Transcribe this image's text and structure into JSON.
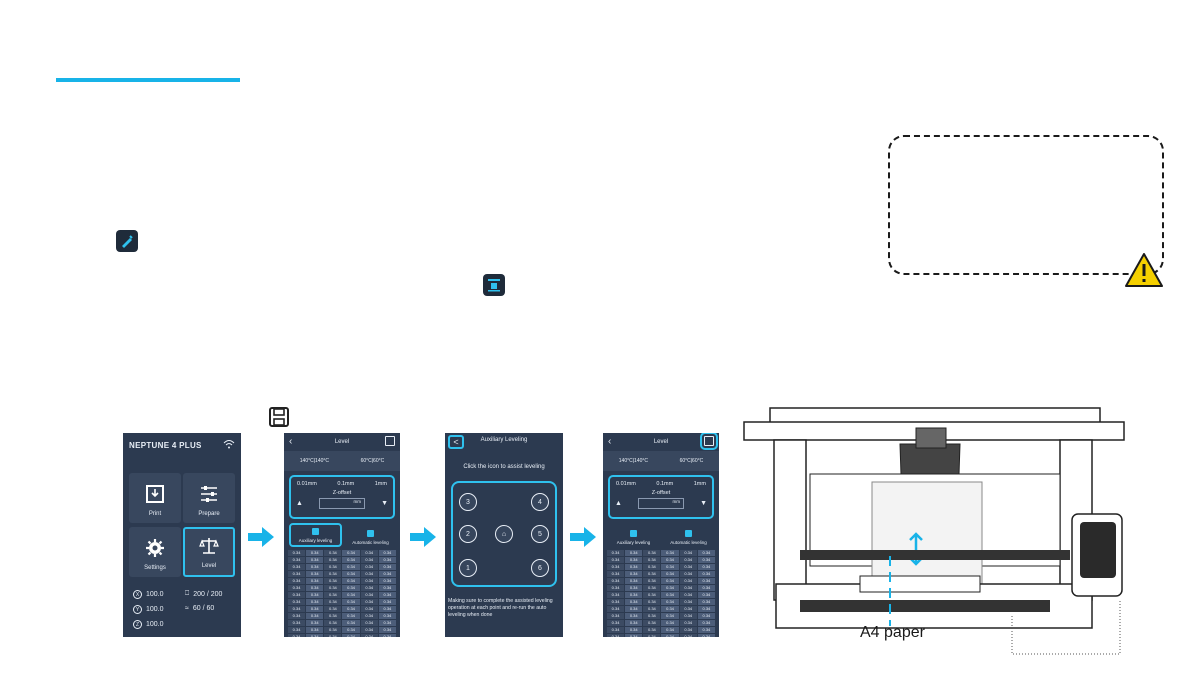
{
  "icons": {
    "leveling_tool": "pencil-ruler-icon",
    "auto_level": "auto-leveling-icon",
    "save": "save-icon",
    "warning": "warning-triangle-icon"
  },
  "colors": {
    "accent": "#18b3e8",
    "screen_bg": "#2c3a50"
  },
  "main_screen": {
    "brand": "NEPTUNE 4 PLUS",
    "tiles": [
      "Print",
      "Prepare",
      "Settings",
      "Level"
    ],
    "x_label": "X",
    "x": "100.0",
    "y_label": "Y",
    "y": "100.0",
    "z_label": "Z",
    "z": "100.0",
    "nozzle": "200 / 200",
    "bed": "60 / 60"
  },
  "level_screen": {
    "title": "Level",
    "nozzle_temp": "140°C|140°C",
    "bed_temp": "60°C|60°C",
    "steps": [
      "0.01mm",
      "0.1mm",
      "1mm"
    ],
    "zoffset_label": "Z-offset",
    "zoffset_unit": "mm",
    "mode_aux": "Auxiliary leveling",
    "mode_auto": "Automatic leveling",
    "mesh_value": "0.34"
  },
  "aux_screen": {
    "title": "Auxiliary Leveling",
    "back": "<",
    "hint": "Click the icon to assist leveling",
    "points": [
      "3",
      "4",
      "2",
      "5",
      "1",
      "6"
    ],
    "footer": "Making sure to complete the assisted leveling operation at each point and re-run the auto leveling when done"
  },
  "printer": {
    "paper_label": "A4 paper"
  }
}
